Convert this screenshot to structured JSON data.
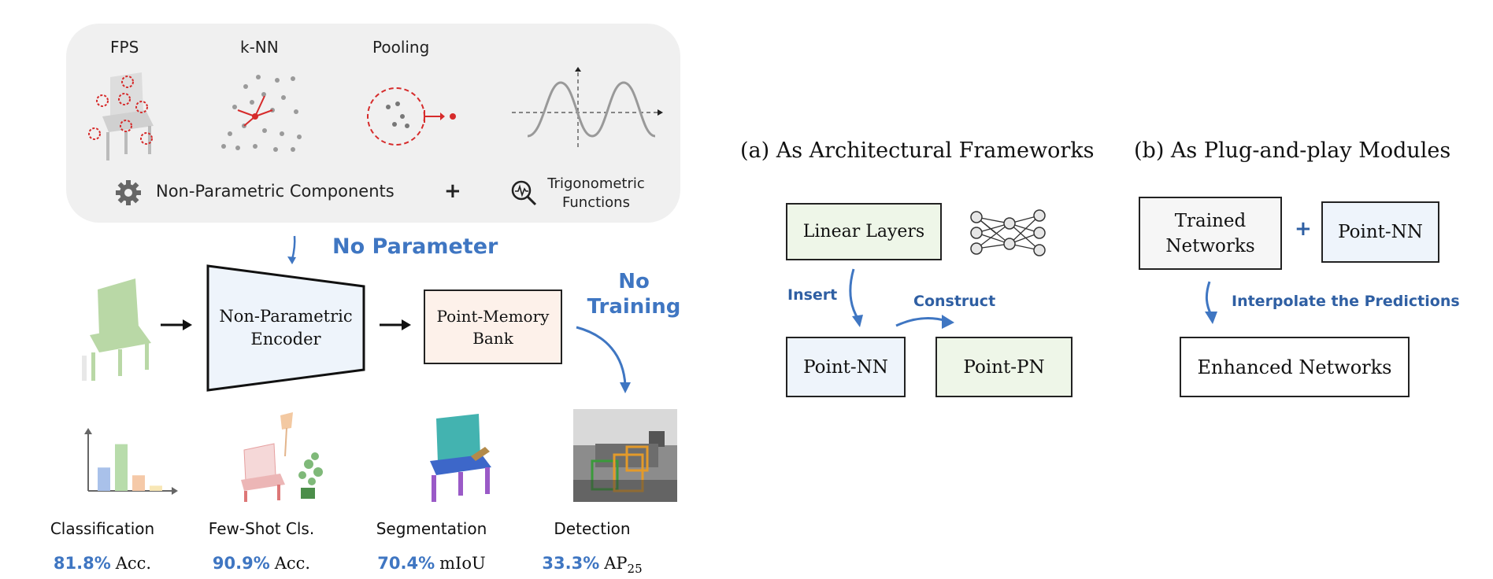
{
  "left": {
    "ops": {
      "fps": "FPS",
      "knn": "k-NN",
      "pooling": "Pooling"
    },
    "nonparam_label": "Non-Parametric Components",
    "plus": "+",
    "trig_label_line1": "Trigonometric",
    "trig_label_line2": "Functions",
    "no_parameter": "No Parameter",
    "encoder_line1": "Non-Parametric",
    "encoder_line2": "Encoder",
    "memory_line1": "Point-Memory",
    "memory_line2": "Bank",
    "no_training_line1": "No",
    "no_training_line2": "Training",
    "tasks": [
      {
        "name": "Classification",
        "value": "81.8%",
        "metric": "Acc."
      },
      {
        "name": "Few-Shot Cls.",
        "value": "90.9%",
        "metric": "Acc."
      },
      {
        "name": "Segmentation",
        "value": "70.4%",
        "metric": "mIoU"
      },
      {
        "name": "Detection",
        "value": "33.3%",
        "metric": "AP",
        "metric_sub": "25"
      }
    ],
    "bar_chart": {
      "values": [
        0.45,
        0.9,
        0.3,
        0.1
      ],
      "colors": [
        "#a9c1ea",
        "#b8dcab",
        "#f5c9a8",
        "#f8e7b6"
      ]
    }
  },
  "panel_a": {
    "title": "(a) As Architectural Frameworks",
    "linear_layers": "Linear Layers",
    "insert": "Insert",
    "construct": "Construct",
    "point_nn": "Point-NN",
    "point_pn": "Point-PN"
  },
  "panel_b": {
    "title": "(b) As Plug-and-play Modules",
    "trained_line1": "Trained",
    "trained_line2": "Networks",
    "plus": "+",
    "point_nn": "Point-NN",
    "interpolate": "Interpolate the Predictions",
    "enhanced": "Enhanced Networks"
  },
  "colors": {
    "accent_blue": "#3f76c2",
    "red": "#d62b2b",
    "green_box": "#eef6e8",
    "blue_box": "#eef4fb",
    "memory_box": "#fdf1ea"
  }
}
